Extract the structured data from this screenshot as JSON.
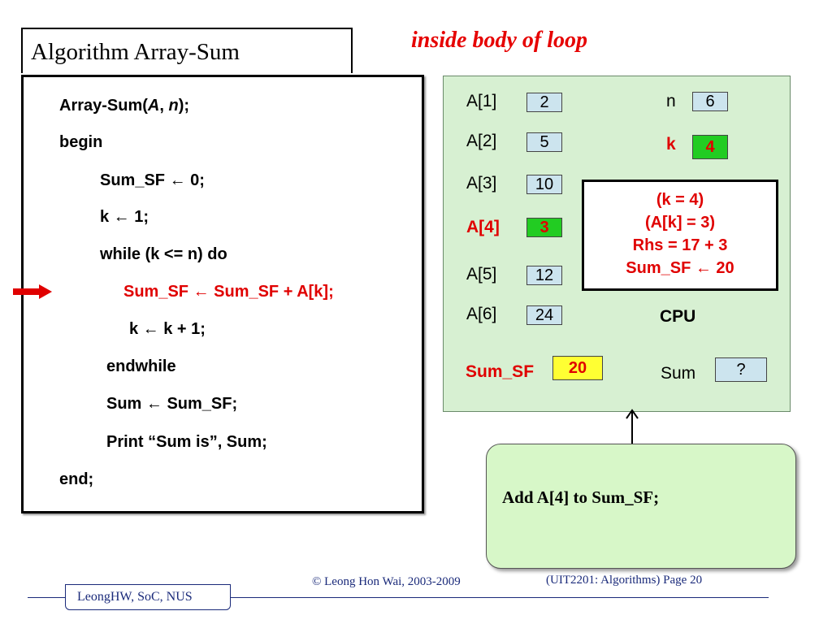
{
  "slide": {
    "title": "Algorithm Array-Sum",
    "subtitle": "inside body of loop"
  },
  "code": {
    "header_name": "Array-Sum(",
    "header_param_a": "A",
    "header_comma": ", ",
    "header_param_n": "n",
    "header_end": ");",
    "begin": "begin",
    "line_init_sum": "Sum_SF ← 0;",
    "line_init_k": "k ← 1;",
    "line_while": "while (k <= n) do",
    "line_body_add": "Sum_SF ← Sum_SF + A[k];",
    "line_body_inc": "k ← k + 1;",
    "endwhile": "endwhile",
    "line_assign_sum": "Sum ← Sum_SF;",
    "line_print": "Print “Sum is”, Sum;",
    "end": "end;"
  },
  "cpu": {
    "array": [
      {
        "label": "A[1]",
        "value": "2"
      },
      {
        "label": "A[2]",
        "value": "5"
      },
      {
        "label": "A[3]",
        "value": "10"
      },
      {
        "label": "A[4]",
        "value": "3"
      },
      {
        "label": "A[5]",
        "value": "12"
      },
      {
        "label": "A[6]",
        "value": "24"
      }
    ],
    "n_label": "n",
    "n_value": "6",
    "k_label": "k",
    "k_value": "4",
    "sum_sf_label": "Sum_SF",
    "sum_sf_value": "20",
    "sum_label": "Sum",
    "sum_value": "?",
    "cpu_label": "CPU",
    "info_lines": [
      "(k = 4)",
      "(A[k] = 3)",
      "Rhs = 17 + 3",
      "Sum_SF ← 20"
    ]
  },
  "comment": {
    "text": "Add A[4] to Sum_SF;"
  },
  "footer": {
    "badge": "LeongHW, SoC, NUS",
    "copyright": "© Leong Hon Wai, 2003-2009",
    "page": "(UIT2201: Algorithms) Page 20"
  },
  "colors": {
    "highlight_red": "#e00000",
    "panel_green": "#d7f0d2",
    "cell_blue": "#cce4ee",
    "cell_green": "#22cc22",
    "cell_yellow": "#ffff33",
    "footer_navy": "#1a2a7a"
  }
}
